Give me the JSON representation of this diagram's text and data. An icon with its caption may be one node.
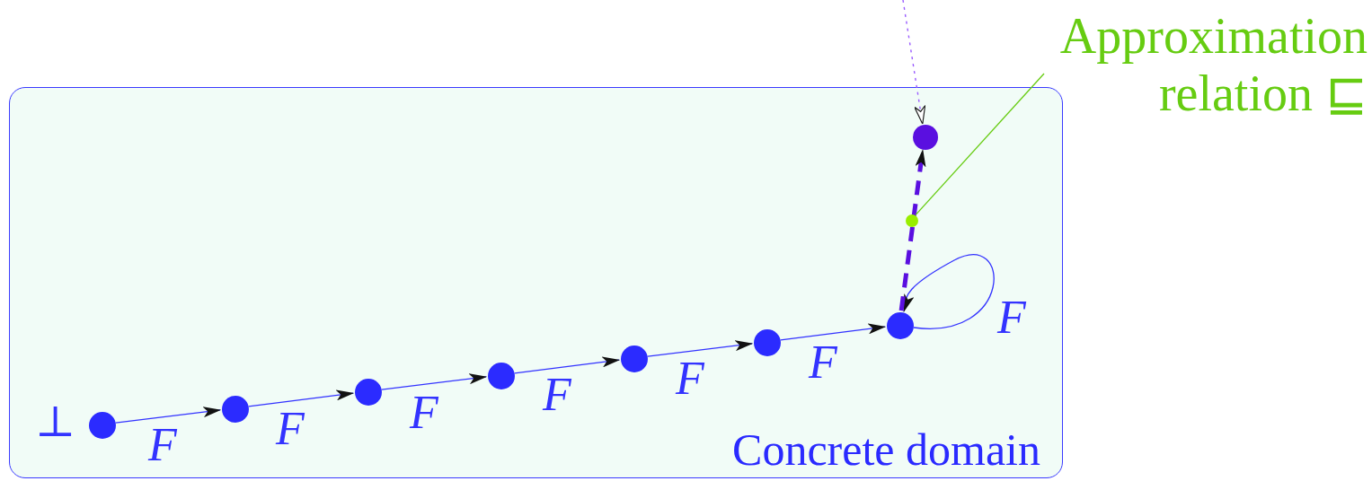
{
  "diagram": {
    "nodes": [
      {
        "text": [
          "Concrete domain"
        ]
      },
      {
        "text": [],
        "shape": "circle",
        "in": 0,
        "beside": [
          "⊥"
        ]
      },
      {
        "text": [],
        "shape": "circle",
        "in": 0
      },
      {
        "text": [],
        "shape": "circle",
        "in": 0
      },
      {
        "text": [],
        "shape": "circle",
        "in": 0
      },
      {
        "text": [],
        "shape": "circle",
        "in": 0
      },
      {
        "text": [],
        "shape": "circle",
        "in": 0
      },
      {
        "text": [],
        "shape": "circle",
        "in": 0
      },
      {
        "text": [],
        "shape": "circle",
        "in": 0
      },
      {
        "text": [],
        "shape": "circle",
        "in": 0
      },
      {
        "text": [
          "Approximation relation ⊑"
        ]
      }
    ],
    "edges": [
      {
        "from": 1,
        "to": 2,
        "arrow": "to",
        "label": "F"
      },
      {
        "from": 2,
        "to": 3,
        "arrow": "to",
        "label": "F"
      },
      {
        "from": 3,
        "to": 4,
        "arrow": "to",
        "label": "F"
      },
      {
        "from": 4,
        "to": 5,
        "arrow": "to",
        "label": "F"
      },
      {
        "from": 5,
        "to": 6,
        "arrow": "to",
        "label": "F"
      },
      {
        "from": 6,
        "to": 7,
        "arrow": "to",
        "label": "F"
      },
      {
        "from": 7,
        "to": 7,
        "arrow": "to",
        "label": "F"
      },
      {
        "from": 7,
        "to": 8,
        "arrow": "to",
        "style": "dashed",
        "color": "#5a0fe0"
      },
      {
        "from": null,
        "to": 8,
        "arrow": "to",
        "style": "dashed",
        "color": "#9a5cff"
      },
      {
        "from": 10,
        "to": 9,
        "arrow": "none",
        "color": "#66cc11"
      }
    ]
  }
}
